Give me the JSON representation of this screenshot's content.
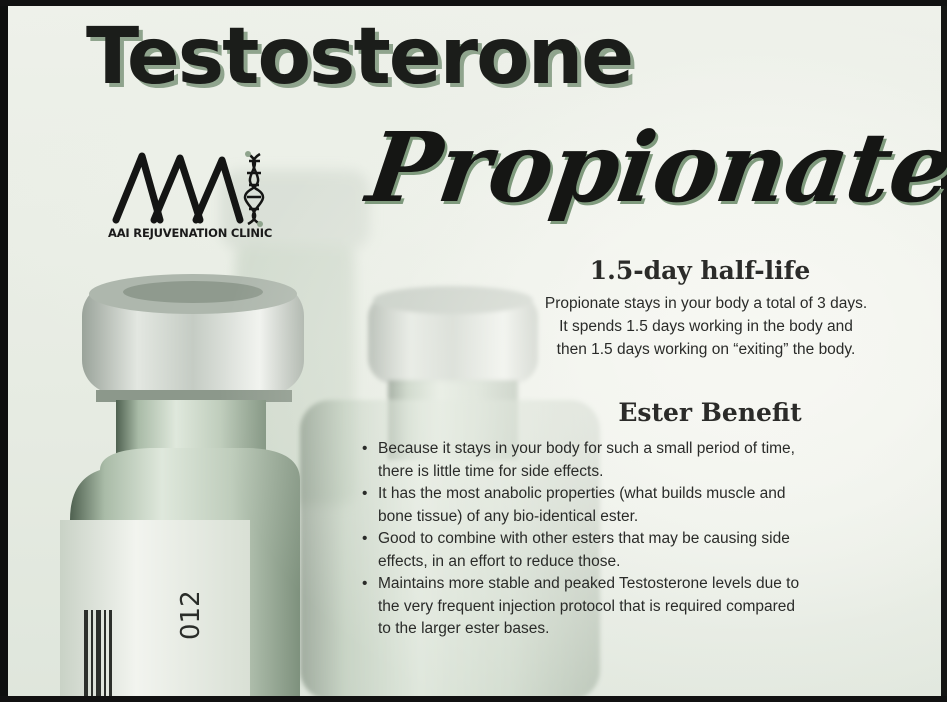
{
  "title": {
    "line1": "Testosterone",
    "line2": "Propionate"
  },
  "logo": {
    "caption": "AAI REJUVENATION CLINIC"
  },
  "half_life": {
    "heading": "1.5-day half-life",
    "lines": [
      "Propionate stays in your body a total of 3 days.",
      "It spends 1.5 days working in the body and",
      "then 1.5 days working on “exiting” the body."
    ]
  },
  "ester_benefit": {
    "heading": "Ester Benefit",
    "items": [
      [
        "Because it stays in your body for such a small period of time,",
        "there is little time for side effects."
      ],
      [
        "It has the most anabolic properties (what builds muscle and",
        "bone tissue) of any bio-identical ester."
      ],
      [
        "Good to combine with other esters that may be causing side",
        "effects, in an effort to reduce those."
      ],
      [
        "Maintains more stable and peaked Testosterone levels due to",
        "the very frequent injection protocol that is required compared",
        "to the larger ester bases."
      ]
    ]
  },
  "vial_label_text": "012",
  "colors": {
    "title_dark": "#1b1d1a",
    "title_shadow": "#8fa48d",
    "text": "#2a2b29"
  }
}
